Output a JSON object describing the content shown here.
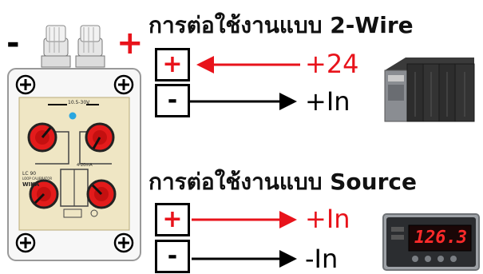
{
  "section_2wire": {
    "title": "การต่อใช้งานแบบ 2-Wire",
    "terminal_plus": "+",
    "terminal_minus": "-",
    "wire_plus_label": "+24",
    "wire_minus_label": "+In"
  },
  "section_source": {
    "title": "การต่อใช้งานแบบ Source",
    "terminal_plus": "+",
    "terminal_minus": "-",
    "wire_plus_label": "+In",
    "wire_minus_label": "-In"
  },
  "device": {
    "minus_sign": "-",
    "plus_sign": "+",
    "panel_supply_label": "10.5-30V",
    "panel_model": "LC 90",
    "panel_subtitle": "LOOP CALIBRATOR",
    "panel_brand": "WIKA",
    "panel_range": "4-20mA"
  },
  "meter": {
    "display_value": "126.3"
  },
  "colors": {
    "positive_wire": "#e8131b",
    "negative_wire": "#000000",
    "meter_display": "#ff2a2a"
  }
}
